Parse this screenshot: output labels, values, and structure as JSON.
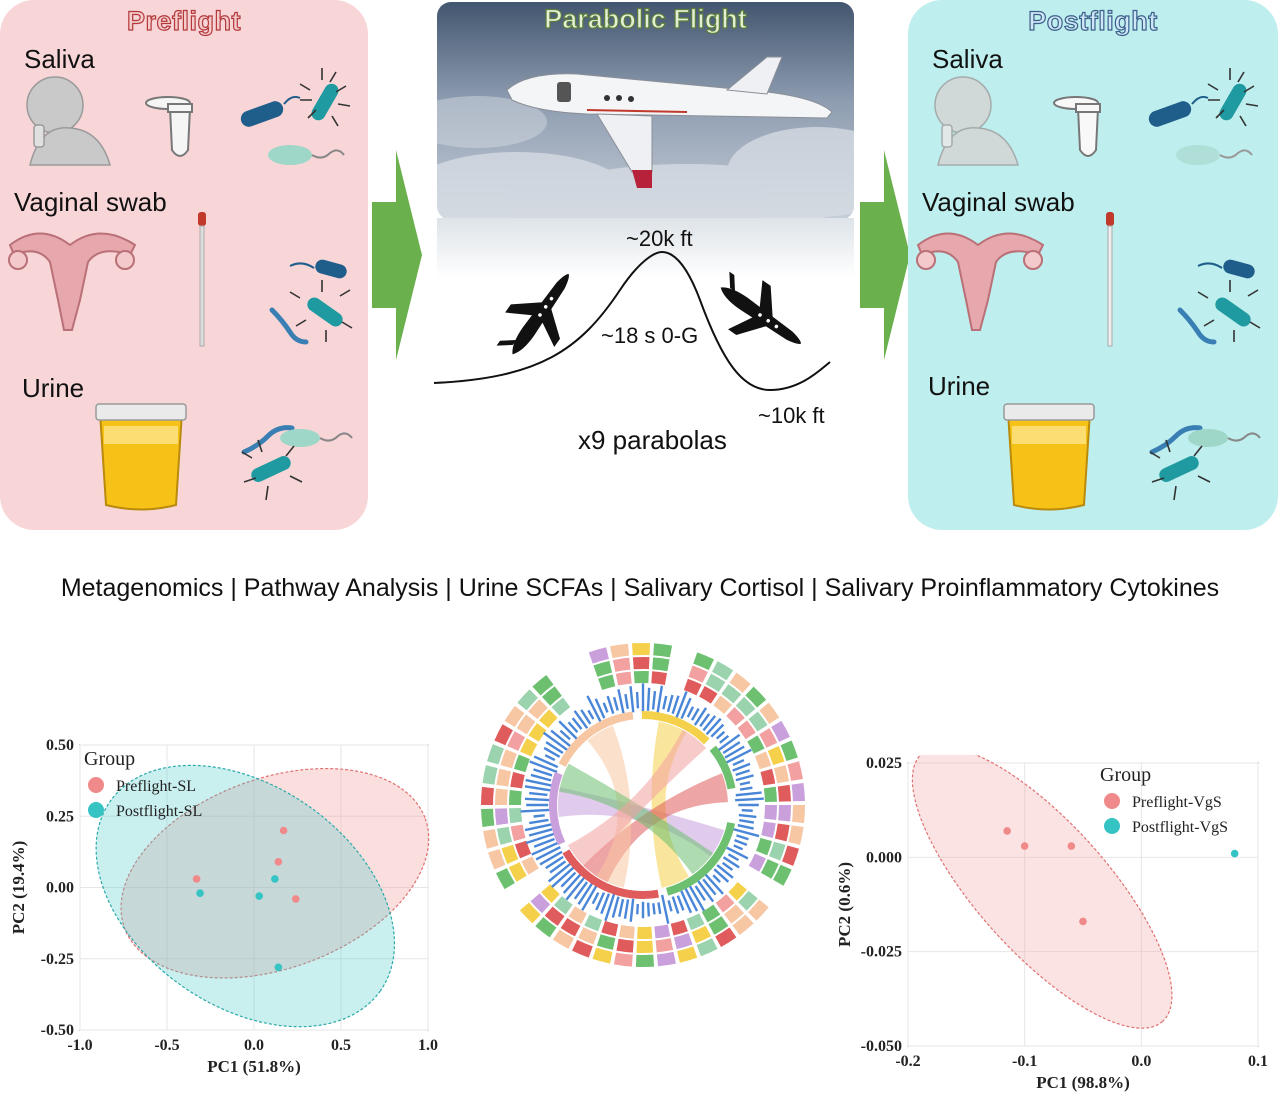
{
  "preflight": {
    "title": "Preflight",
    "samples": [
      "Saliva",
      "Vaginal swab",
      "Urine"
    ]
  },
  "center": {
    "title": "Parabolic Flight",
    "peak_label": "~20k ft",
    "zero_g_label": "~18 s 0-G",
    "low_label": "~10k ft",
    "parabolas_label": "x9 parabolas"
  },
  "postflight": {
    "title": "Postflight",
    "samples": [
      "Saliva",
      "Vaginal swab",
      "Urine"
    ]
  },
  "methods_line": "Metagenomics | Pathway Analysis | Urine SCFAs | Salivary Cortisol | Salivary Proinflammatory Cytokines",
  "colors": {
    "preflight": "#f08a8a",
    "postflight": "#35c3c3",
    "preflight_panel": "#f8d6d8",
    "postflight_panel": "#bfeeee",
    "arrow_green": "#6ab04c"
  },
  "chart_data": [
    {
      "type": "scatter",
      "xlabel": "PC1 (51.8%)",
      "ylabel": "PC2 (19.4%)",
      "xlim": [
        -1.0,
        1.0
      ],
      "ylim": [
        -0.5,
        0.5
      ],
      "xticks": [
        "-1.0",
        "-0.5",
        "0.0",
        "0.5",
        "1.0"
      ],
      "yticks": [
        "0.50",
        "0.25",
        "0.00",
        "-0.25",
        "-0.50"
      ],
      "legend_title": "Group",
      "legend_position": "top-left",
      "grid": true,
      "series": [
        {
          "name": "Preflight-SL",
          "color": "#f08a8a",
          "points": [
            [
              -0.33,
              0.03
            ],
            [
              0.17,
              0.2
            ],
            [
              0.14,
              0.09
            ],
            [
              0.24,
              -0.04
            ]
          ]
        },
        {
          "name": "Postflight-SL",
          "color": "#35c3c3",
          "points": [
            [
              -0.31,
              -0.02
            ],
            [
              0.03,
              -0.03
            ],
            [
              0.12,
              0.03
            ],
            [
              0.14,
              -0.28
            ]
          ]
        }
      ]
    },
    {
      "type": "scatter",
      "xlabel": "PC1 (98.8%)",
      "ylabel": "PC2 (0.6%)",
      "xlim": [
        -0.2,
        0.1
      ],
      "ylim": [
        -0.05,
        0.025
      ],
      "xticks": [
        "-0.2",
        "-0.1",
        "0.0",
        "0.1"
      ],
      "yticks": [
        "0.025",
        "0.000",
        "-0.025",
        "-0.050"
      ],
      "legend_title": "Group",
      "legend_position": "top-right",
      "grid": true,
      "series": [
        {
          "name": "Preflight-VgS",
          "color": "#f08a8a",
          "points": [
            [
              -0.115,
              0.007
            ],
            [
              -0.1,
              0.003
            ],
            [
              -0.06,
              0.003
            ],
            [
              -0.05,
              -0.017
            ]
          ]
        },
        {
          "name": "Postflight-VgS",
          "color": "#35c3c3",
          "points": [
            [
              0.08,
              0.001
            ]
          ]
        }
      ]
    }
  ]
}
